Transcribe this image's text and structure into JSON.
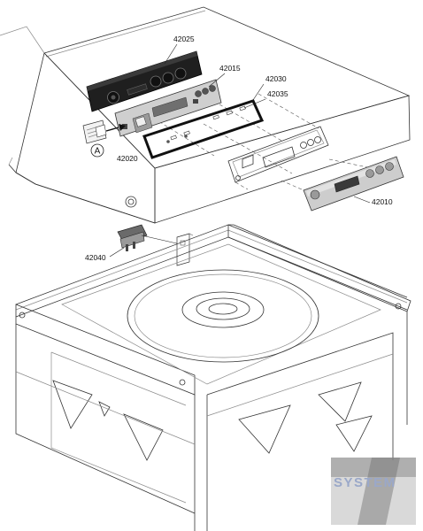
{
  "parts": {
    "p42025": "42025",
    "p42015": "42015",
    "p42030": "42030",
    "p42035": "42035",
    "p42020": "42020",
    "p42010": "42010",
    "p42040": "42040"
  },
  "callout": {
    "letter": "A"
  },
  "watermark": {
    "text": "SYSTEM",
    "accent": "#9aa8c9",
    "grey": "#9c9c9c"
  }
}
